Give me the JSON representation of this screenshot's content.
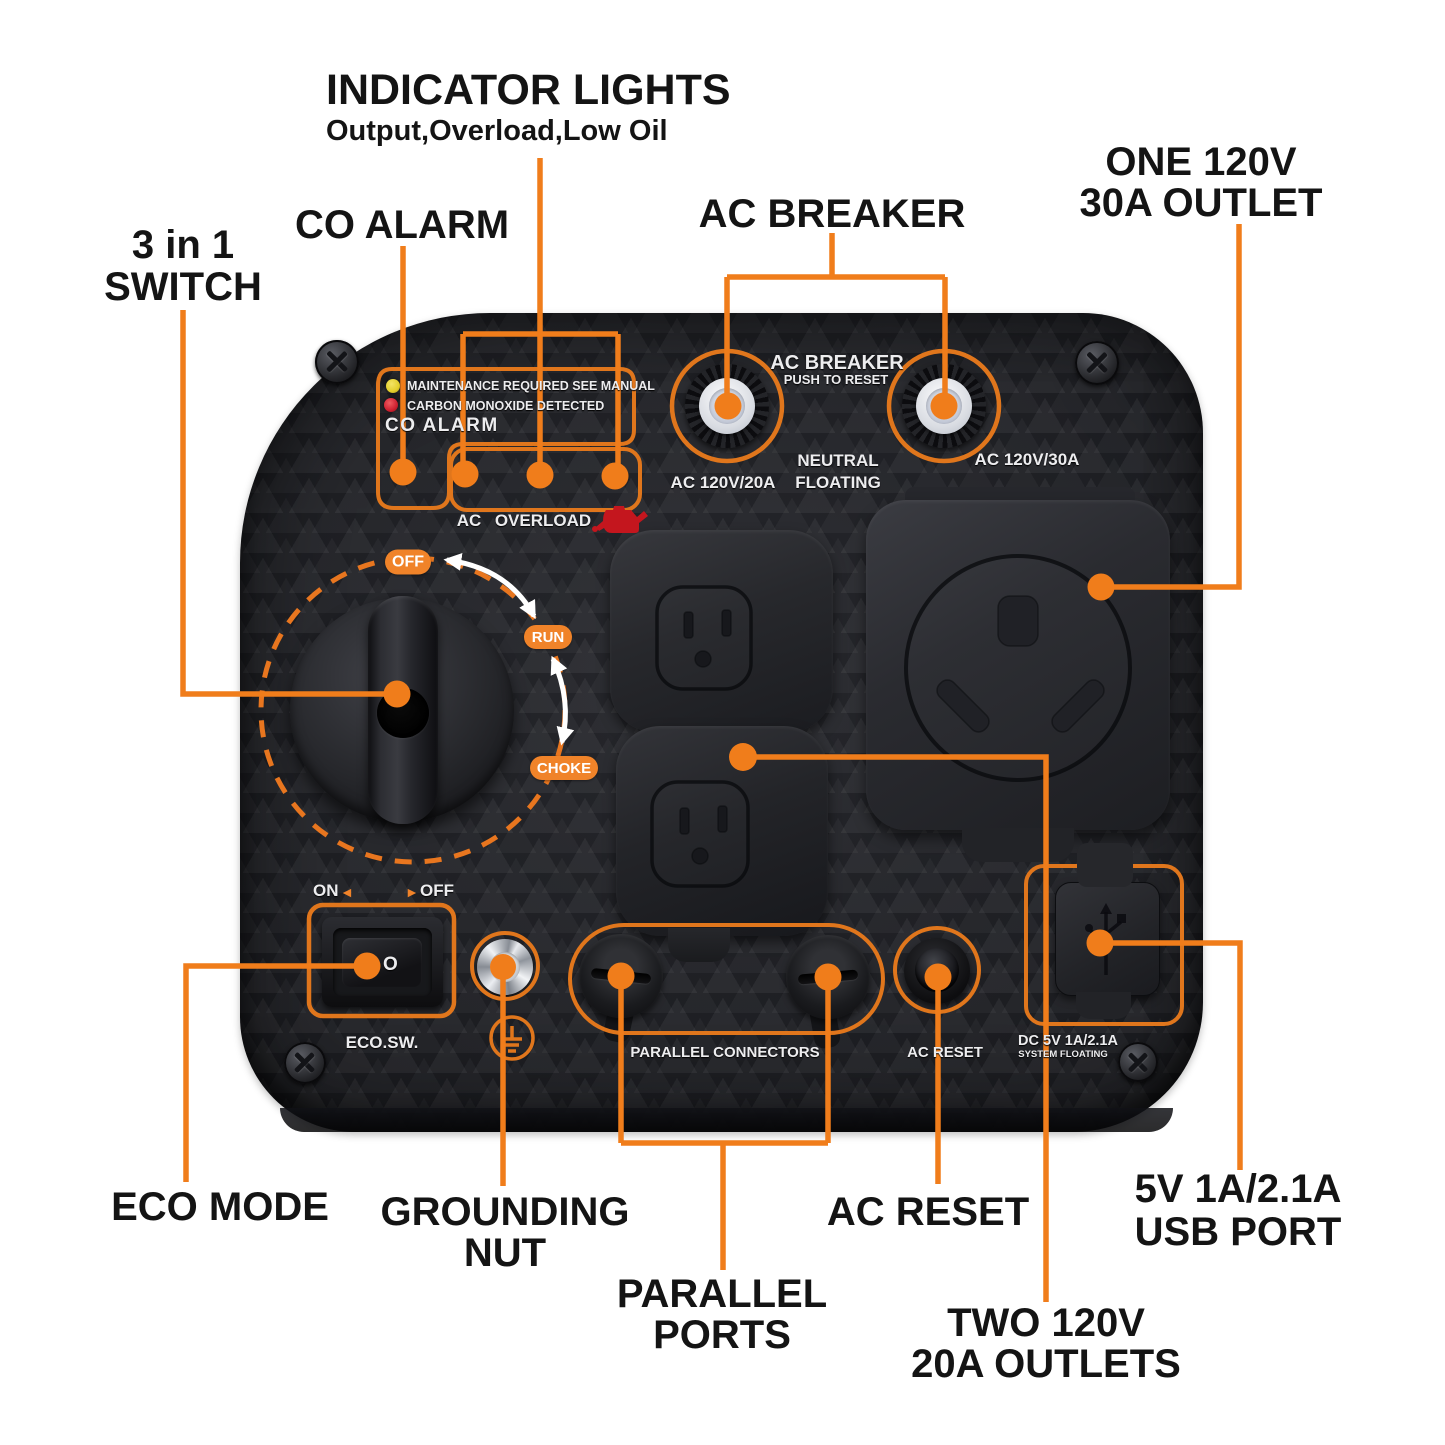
{
  "callouts": {
    "indicator": {
      "title": "INDICATOR LIGHTS",
      "subtitle": "Output,Overload,Low Oil"
    },
    "co_alarm": "CO ALARM",
    "ac_breaker": "AC BREAKER",
    "one_outlet": {
      "line1": "ONE 120V",
      "line2": "30A OUTLET"
    },
    "three_in_one": {
      "line1": "3 in 1",
      "line2": "SWITCH"
    },
    "eco_mode": "ECO MODE",
    "grounding": {
      "line1": "GROUNDING",
      "line2": "NUT"
    },
    "parallel": {
      "line1": "PARALLEL",
      "line2": "PORTS"
    },
    "ac_reset": "AC RESET",
    "two_outlets": {
      "line1": "TWO 120V",
      "line2": "20A OUTLETS"
    },
    "usb": {
      "line1": "5V 1A/2.1A",
      "line2": "USB PORT"
    }
  },
  "panel": {
    "co_alarm": {
      "maintenance": "MAINTENANCE REQUIRED SEE MANUAL",
      "carbon": "CARBON MONOXIDE DETECTED",
      "label": "CO ALARM",
      "led_ac": "AC",
      "led_overload": "OVERLOAD"
    },
    "breaker": {
      "title": "AC BREAKER",
      "subtitle": "PUSH TO RESET",
      "left": "AC 120V/20A",
      "middle1": "NEUTRAL",
      "middle2": "FLOATING",
      "right": "AC 120V/30A"
    },
    "knob": {
      "off": "OFF",
      "run": "RUN",
      "choke": "CHOKE"
    },
    "eco": {
      "on": "ON",
      "off": "OFF",
      "arrow_left": "◄",
      "arrow_right": "►",
      "label": "ECO.SW.",
      "rocker_o": "O"
    },
    "parallel_label": "PARALLEL CONNECTORS",
    "ac_reset_label": "AC RESET",
    "usb": {
      "line1": "DC 5V 1A/2.1A",
      "line2": "SYSTEM FLOATING"
    }
  },
  "colors": {
    "accent": "#F07D1B",
    "panel_outline": "#E0761C",
    "pill": "#F08329",
    "led_yellow": "#E3CE2B",
    "led_red": "#CE2030",
    "oil_red": "#C4161E"
  }
}
